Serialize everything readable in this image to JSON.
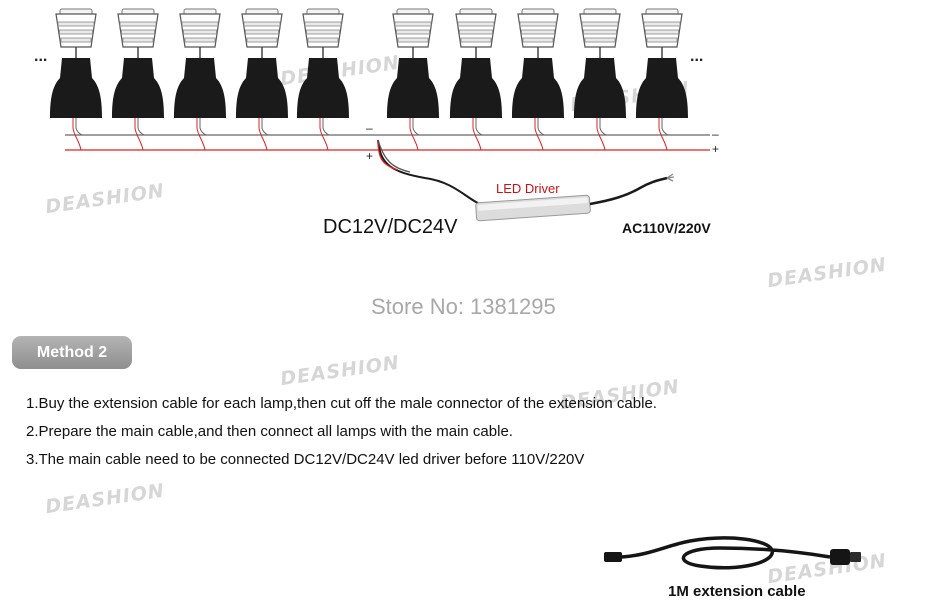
{
  "diagram": {
    "lamp_count": 10,
    "ellipsis_left": "...",
    "ellipsis_right": "...",
    "minus_bus": "–",
    "plus_bus": "+",
    "minus_end": "–",
    "plus_end": "+",
    "led_driver": "LED Driver",
    "dc_output": "DC12V/DC24V",
    "ac_input": "AC110V/220V"
  },
  "store": "Store No: 1381295",
  "method": {
    "title": "Method 2"
  },
  "steps": [
    "1.Buy the extension cable for each lamp,then cut off the male connector of the extension cable.",
    "2.Prepare the main cable,and then connect all lamps with the main cable.",
    "3.The main cable need to be connected DC12V/DC24V led driver before 110V/220V"
  ],
  "extension_cable": {
    "caption": "1M extension cable"
  },
  "watermark": "DEASHION",
  "colors": {
    "positive_wire": "#e02020",
    "negative_wire": "#666666",
    "badge": "#9e9e9e",
    "lamp_body": "#1a1a1a"
  }
}
